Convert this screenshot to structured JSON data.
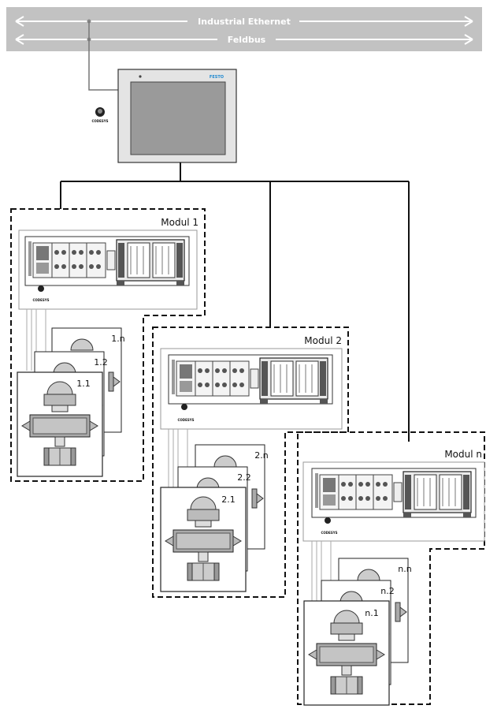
{
  "bus": {
    "industrial_ethernet": "Industrial Ethernet",
    "feldbus": "Feldbus"
  },
  "panel": {
    "brand": "FESTO",
    "logo": "CODESYS"
  },
  "modules": [
    {
      "label": "Modul 1",
      "logo": "CODESYS",
      "devices": [
        "1.n",
        "1.2",
        "1.1"
      ]
    },
    {
      "label": "Modul 2",
      "logo": "CODESYS",
      "devices": [
        "2.n",
        "2.2",
        "2.1"
      ]
    },
    {
      "label": "Modul n",
      "logo": "CODESYS",
      "devices": [
        "n.n",
        "n.2",
        "n.1"
      ]
    }
  ],
  "colors": {
    "bus_band": "#b8b8b8",
    "panel_frame": "#e4e4e4",
    "panel_screen": "#9a9a9a",
    "line": "#111111"
  }
}
